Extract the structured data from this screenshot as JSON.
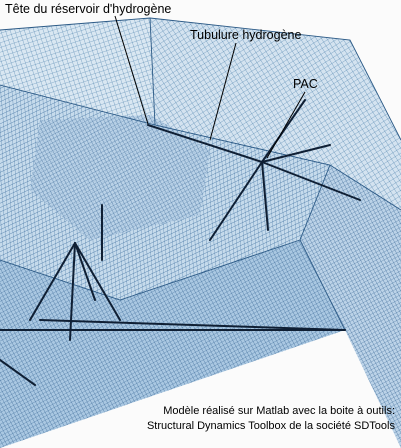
{
  "labels": {
    "reservoir_head": "Tête du réservoir d'hydrogène",
    "hydrogen_tube": "Tubulure hydrogène",
    "pac": "PAC"
  },
  "caption": {
    "line1": "Modèle réalisé sur Matlab avec la boite à outils:",
    "line2": "Structural Dynamics Toolbox de la société SDTools"
  },
  "colors": {
    "mesh": "#3e76a4",
    "mesh_face": "#cfe0ee",
    "mesh_face_dark": "#9ec0dc",
    "beam": "#0f1f34",
    "background": "#fbfbfb"
  }
}
